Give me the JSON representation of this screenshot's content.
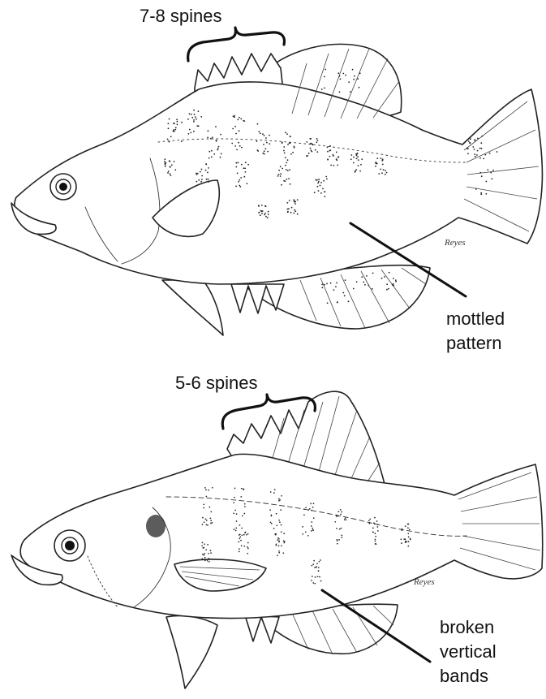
{
  "fish_top": {
    "spine_label": "7-8 spines",
    "pattern_label": [
      "mottled",
      "pattern"
    ],
    "signature": "Reyes"
  },
  "fish_bottom": {
    "spine_label": "5-6 spines",
    "pattern_label": [
      "broken",
      "vertical",
      "bands"
    ],
    "signature": "Reyes"
  },
  "colors": {
    "ink": "#111111",
    "background": "#ffffff"
  }
}
